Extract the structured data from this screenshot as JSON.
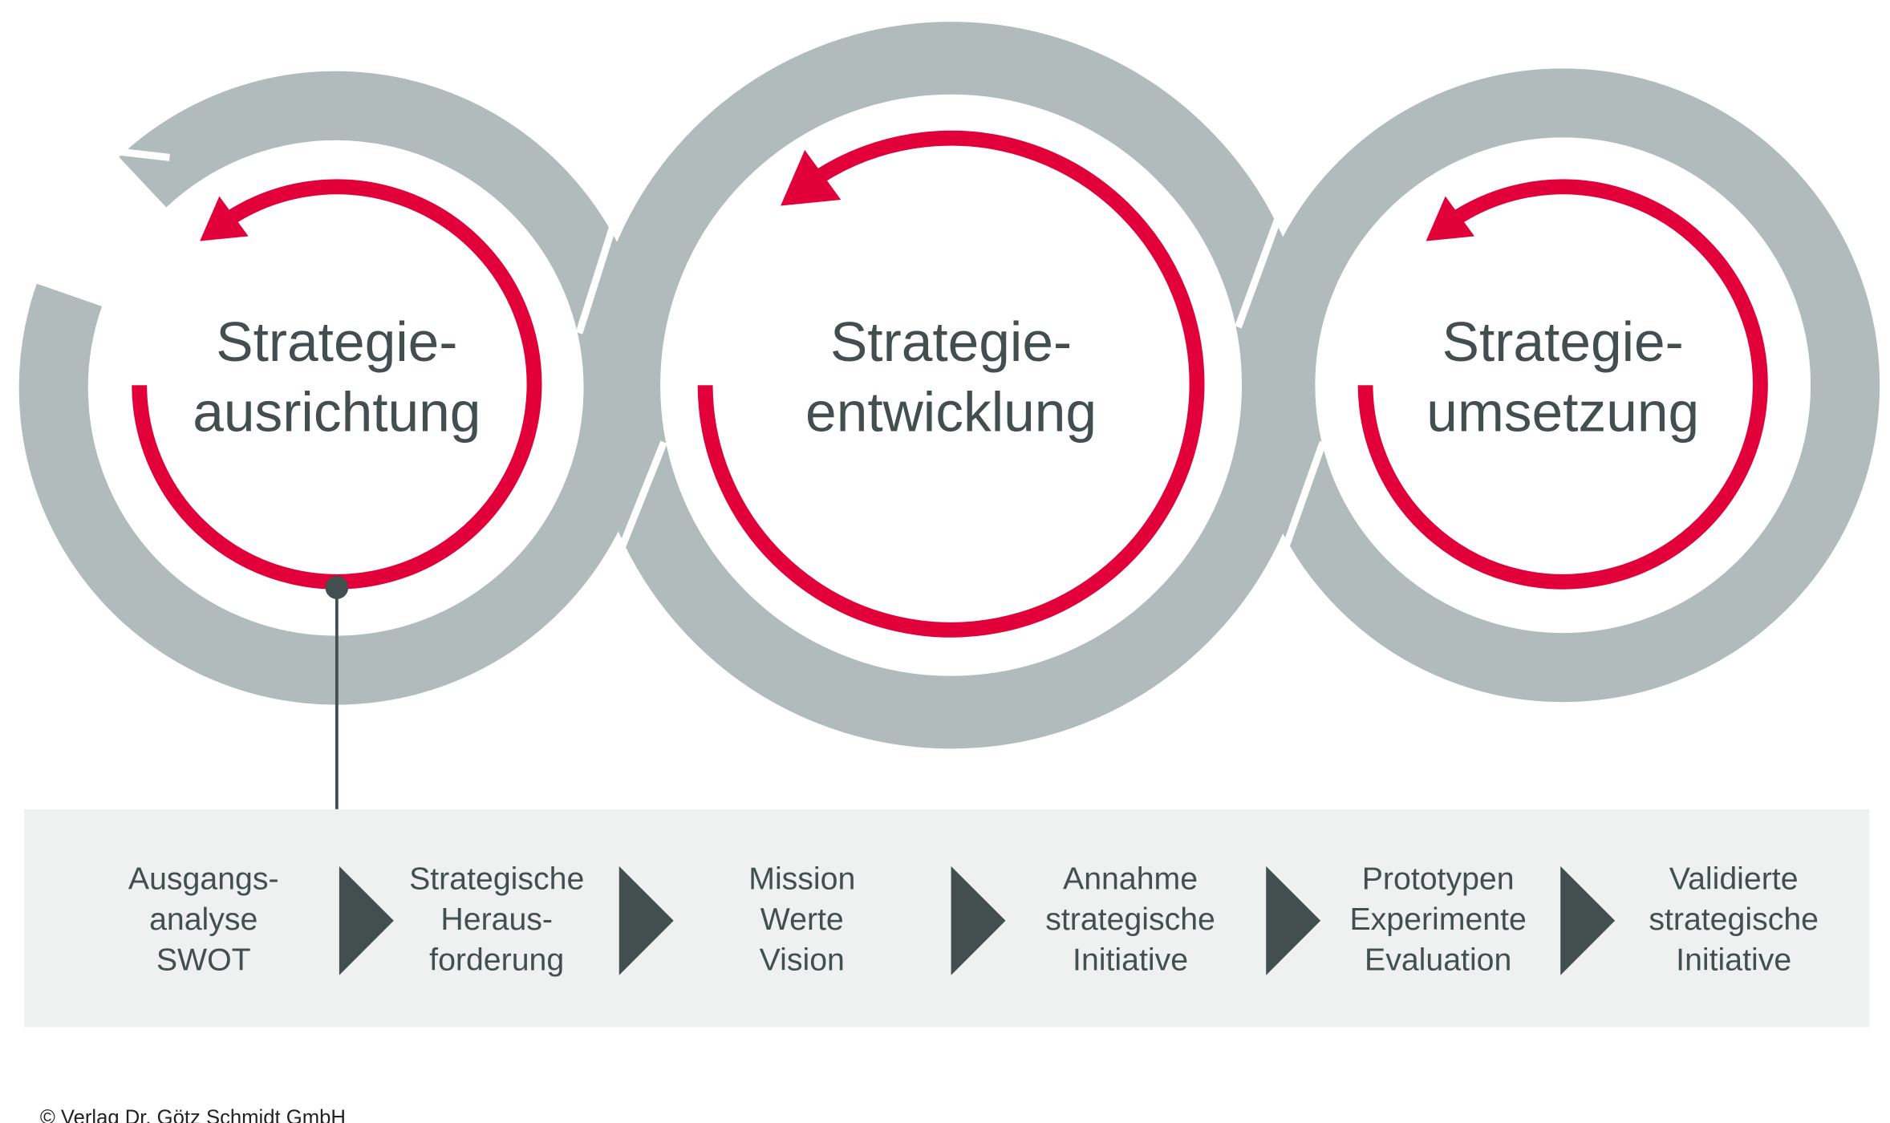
{
  "colors": {
    "ring": "#b2bbbb",
    "accent": "#e2003a",
    "text": "#434e4f",
    "panel": "#eff1f0"
  },
  "phases": [
    {
      "line1": "Strategie-",
      "line2": "ausrichtung"
    },
    {
      "line1": "Strategie-",
      "line2": "entwicklung"
    },
    {
      "line1": "Strategie-",
      "line2": "umsetzung"
    }
  ],
  "steps": [
    {
      "lines": [
        "Ausgangs-",
        "analyse",
        "SWOT"
      ]
    },
    {
      "lines": [
        "Strategische",
        "Heraus-",
        "forderung"
      ]
    },
    {
      "lines": [
        "Mission",
        "Werte",
        "Vision"
      ]
    },
    {
      "lines": [
        "Annahme",
        "strategische",
        "Initiative"
      ]
    },
    {
      "lines": [
        "Prototypen",
        "Experimente",
        "Evaluation"
      ]
    },
    {
      "lines": [
        "Validierte",
        "strategische",
        "Initiative"
      ]
    }
  ],
  "footer": "© Verlag Dr. Götz Schmidt GmbH"
}
